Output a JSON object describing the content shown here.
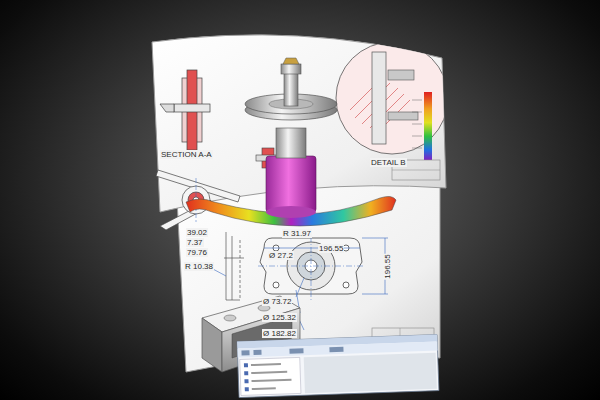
{
  "diagram": {
    "labels": [
      "SECTION A-A",
      "DETAIL B",
      "39.02",
      "7.37",
      "79.76",
      "R 10.38",
      "R 31.97",
      "196.55",
      "Ø 27.2",
      "Ø 73.72",
      "Ø 125.32",
      "Ø 182.82",
      "196.55"
    ]
  }
}
